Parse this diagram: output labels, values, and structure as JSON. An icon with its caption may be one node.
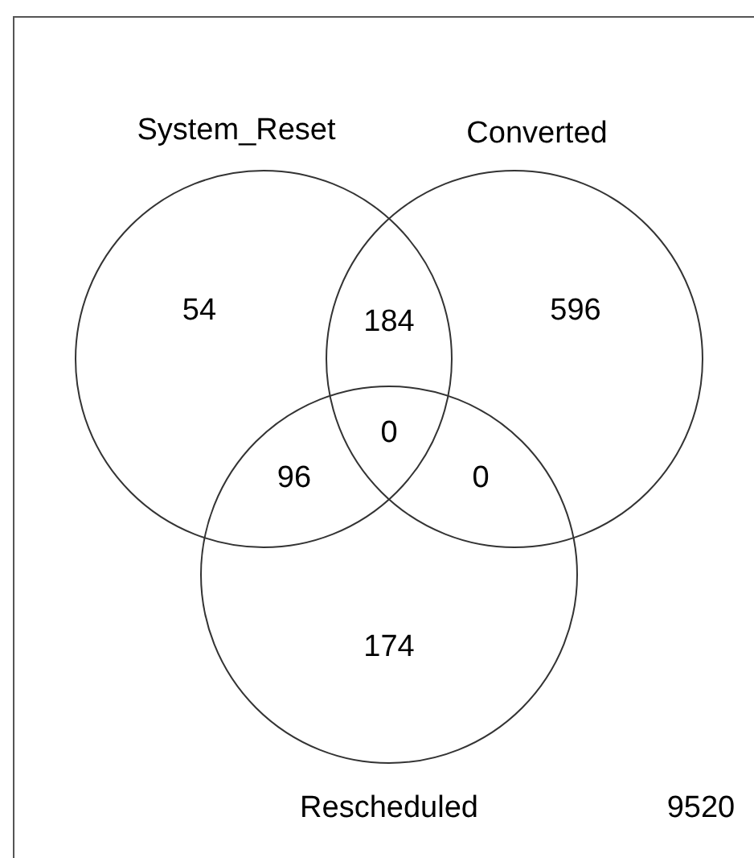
{
  "diagram": {
    "nodes": [
      {
        "text": [
          "System_Reset"
        ]
      },
      {
        "text": [
          "Converted"
        ]
      },
      {
        "text": [
          "Rescheduled"
        ]
      }
    ],
    "labels": [
      "54",
      "184",
      "596",
      "0",
      "96",
      "0",
      "174",
      "9520"
    ]
  }
}
